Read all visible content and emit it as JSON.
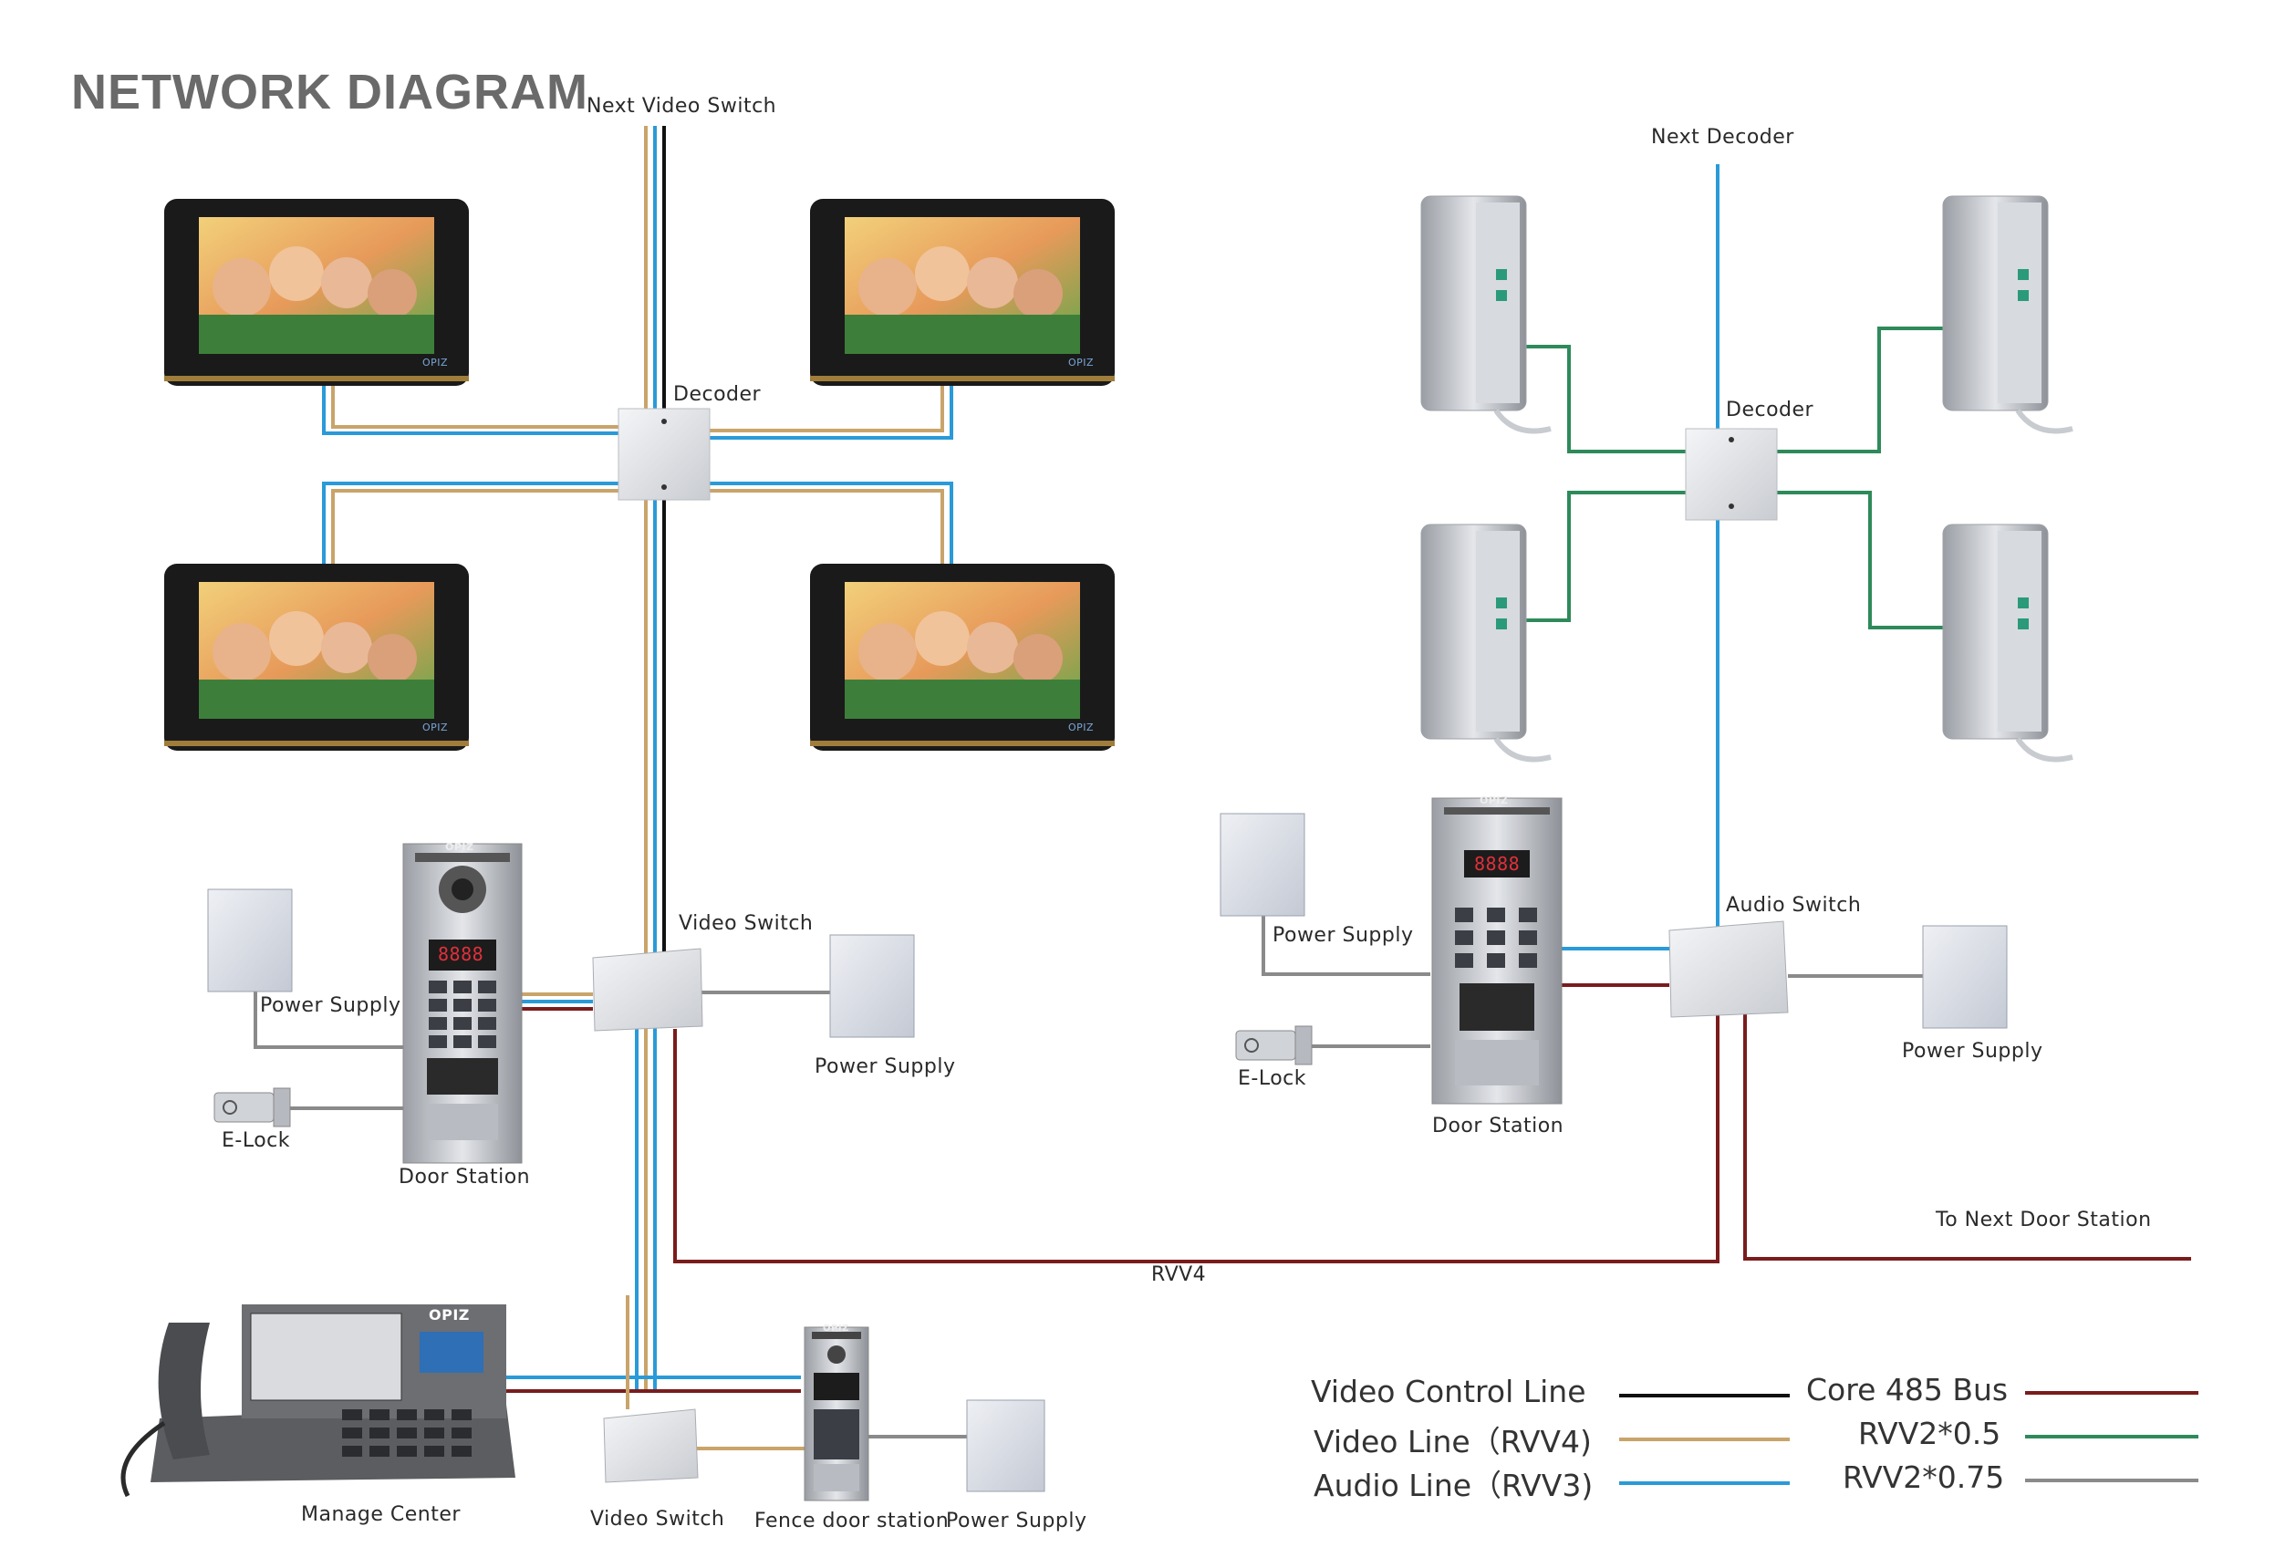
{
  "title": "NETWORK DIAGRAM",
  "labels": {
    "next_video_switch": "Next Video Switch",
    "decoder_left": "Decoder",
    "decoder_right": "Decoder",
    "next_decoder": "Next Decoder",
    "video_switch_main": "Video Switch",
    "power_supply_left": "Power Supply",
    "power_supply_mid": "Power Supply",
    "power_supply_right_door": "Power Supply",
    "power_supply_right": "Power Supply",
    "power_supply_fence": "Power Supply",
    "elock_left": "E-Lock",
    "elock_right": "E-Lock",
    "door_station_left": "Door Station",
    "door_station_right": "Door Station",
    "audio_switch": "Audio Switch",
    "to_next_door_station": "To Next Door Station",
    "rvv4": "RVV4",
    "manage_center": "Manage Center",
    "video_switch_bottom": "Video Switch",
    "fence_door_station": "Fence door station"
  },
  "device_brand": "OPIZ",
  "door_display": "8888",
  "legend": [
    {
      "label": "Video Control Line",
      "color": "#111111"
    },
    {
      "label": "Video Line（RVV4)",
      "color": "#c9a46a"
    },
    {
      "label": "Audio Line（RVV3)",
      "color": "#2a9ad8"
    },
    {
      "label": "Core 485 Bus",
      "color": "#7a1c1c"
    },
    {
      "label": "RVV2*0.5",
      "color": "#2e8a5a"
    },
    {
      "label": "RVV2*0.75",
      "color": "#8a8a8a"
    }
  ],
  "colors": {
    "video_control": "#111111",
    "video": "#c9a46a",
    "audio": "#2a9ad8",
    "bus485": "#7a1c1c",
    "rvv05": "#2e8a5a",
    "rvv075": "#8a8a8a"
  }
}
